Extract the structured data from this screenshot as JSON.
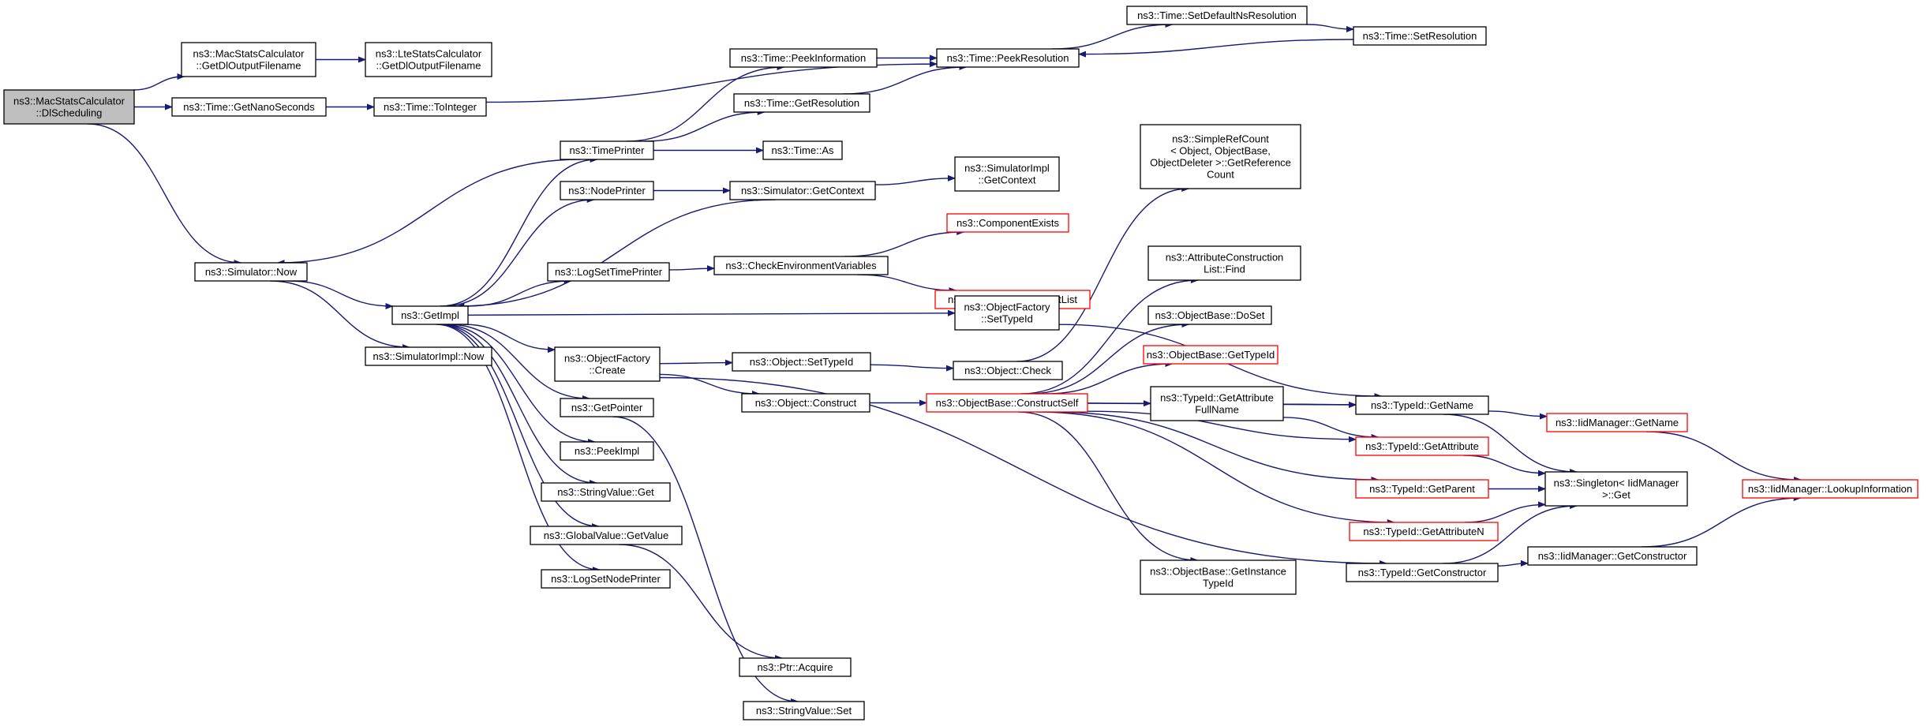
{
  "graph": {
    "nodes": [
      {
        "id": "n0",
        "lines": [
          "ns3::MacStatsCalculator",
          "::DlScheduling"
        ]
      },
      {
        "id": "n1",
        "lines": [
          "ns3::MacStatsCalculator",
          "::GetDlOutputFilename"
        ]
      },
      {
        "id": "n2",
        "lines": [
          "ns3::LteStatsCalculator",
          "::GetDlOutputFilename"
        ]
      },
      {
        "id": "n3",
        "lines": [
          "ns3::Time::GetNanoSeconds"
        ]
      },
      {
        "id": "n4",
        "lines": [
          "ns3::Time::ToInteger"
        ]
      },
      {
        "id": "n5",
        "lines": [
          "ns3::Time::PeekInformation"
        ]
      },
      {
        "id": "n6",
        "lines": [
          "ns3::Time::PeekResolution"
        ]
      },
      {
        "id": "n7",
        "lines": [
          "ns3::Time::SetDefaultNsResolution"
        ]
      },
      {
        "id": "n8",
        "lines": [
          "ns3::Time::SetResolution"
        ]
      },
      {
        "id": "n9",
        "lines": [
          "ns3::Time::GetResolution"
        ]
      },
      {
        "id": "n10",
        "lines": [
          "ns3::Simulator::Now"
        ]
      },
      {
        "id": "n11",
        "lines": [
          "ns3::GetImpl"
        ]
      },
      {
        "id": "n12",
        "lines": [
          "ns3::SimulatorImpl::Now"
        ]
      },
      {
        "id": "n13",
        "lines": [
          "ns3::TimePrinter"
        ]
      },
      {
        "id": "n14",
        "lines": [
          "ns3::Time::As"
        ]
      },
      {
        "id": "n15",
        "lines": [
          "ns3::NodePrinter"
        ]
      },
      {
        "id": "n16",
        "lines": [
          "ns3::Simulator::GetContext"
        ]
      },
      {
        "id": "n17",
        "lines": [
          "ns3::SimulatorImpl",
          "::GetContext"
        ]
      },
      {
        "id": "n18",
        "lines": [
          "ns3::LogSetTimePrinter"
        ]
      },
      {
        "id": "n19",
        "lines": [
          "ns3::CheckEnvironmentVariables"
        ]
      },
      {
        "id": "n20",
        "lines": [
          "ns3::ComponentExists"
        ]
      },
      {
        "id": "n21",
        "lines": [
          "ns3::LogComponentPrintList"
        ]
      },
      {
        "id": "n22",
        "lines": [
          "ns3::ObjectFactory",
          "::SetTypeId"
        ]
      },
      {
        "id": "n23",
        "lines": [
          "ns3::ObjectFactory",
          "::Create"
        ]
      },
      {
        "id": "n24",
        "lines": [
          "ns3::Object::SetTypeId"
        ]
      },
      {
        "id": "n25",
        "lines": [
          "ns3::Object::Check"
        ]
      },
      {
        "id": "n26",
        "lines": [
          "ns3::Object::Construct"
        ]
      },
      {
        "id": "n27",
        "lines": [
          "ns3::ObjectBase::ConstructSelf"
        ]
      },
      {
        "id": "n28",
        "lines": [
          "ns3::GetPointer"
        ]
      },
      {
        "id": "n29",
        "lines": [
          "ns3::PeekImpl"
        ]
      },
      {
        "id": "n30",
        "lines": [
          "ns3::StringValue::Get"
        ]
      },
      {
        "id": "n31",
        "lines": [
          "ns3::GlobalValue::GetValue"
        ]
      },
      {
        "id": "n32",
        "lines": [
          "ns3::LogSetNodePrinter"
        ]
      },
      {
        "id": "n33",
        "lines": [
          "ns3::Ptr::Acquire"
        ]
      },
      {
        "id": "n34",
        "lines": [
          "ns3::StringValue::Set"
        ]
      },
      {
        "id": "n35",
        "lines": [
          "ns3::SimpleRefCount",
          "< Object, ObjectBase,",
          "ObjectDeleter >::GetReference",
          "Count"
        ]
      },
      {
        "id": "n36",
        "lines": [
          "ns3::AttributeConstruction",
          "List::Find"
        ]
      },
      {
        "id": "n37",
        "lines": [
          "ns3::ObjectBase::DoSet"
        ]
      },
      {
        "id": "n38",
        "lines": [
          "ns3::ObjectBase::GetTypeId"
        ]
      },
      {
        "id": "n39",
        "lines": [
          "ns3::TypeId::GetAttribute",
          "FullName"
        ]
      },
      {
        "id": "n40",
        "lines": [
          "ns3::TypeId::GetName"
        ]
      },
      {
        "id": "n41",
        "lines": [
          "ns3::TypeId::GetAttribute"
        ]
      },
      {
        "id": "n42",
        "lines": [
          "ns3::TypeId::GetParent"
        ]
      },
      {
        "id": "n43",
        "lines": [
          "ns3::TypeId::GetAttributeN"
        ]
      },
      {
        "id": "n44",
        "lines": [
          "ns3::ObjectBase::GetInstance",
          "TypeId"
        ]
      },
      {
        "id": "n45",
        "lines": [
          "ns3::TypeId::GetConstructor"
        ]
      },
      {
        "id": "n46",
        "lines": [
          "ns3::IidManager::GetName"
        ]
      },
      {
        "id": "n47",
        "lines": [
          "ns3::Singleton< IidManager",
          ">::Get"
        ]
      },
      {
        "id": "n48",
        "lines": [
          "ns3::IidManager::GetConstructor"
        ]
      },
      {
        "id": "n49",
        "lines": [
          "ns3::IidManager::LookupInformation"
        ]
      }
    ]
  }
}
